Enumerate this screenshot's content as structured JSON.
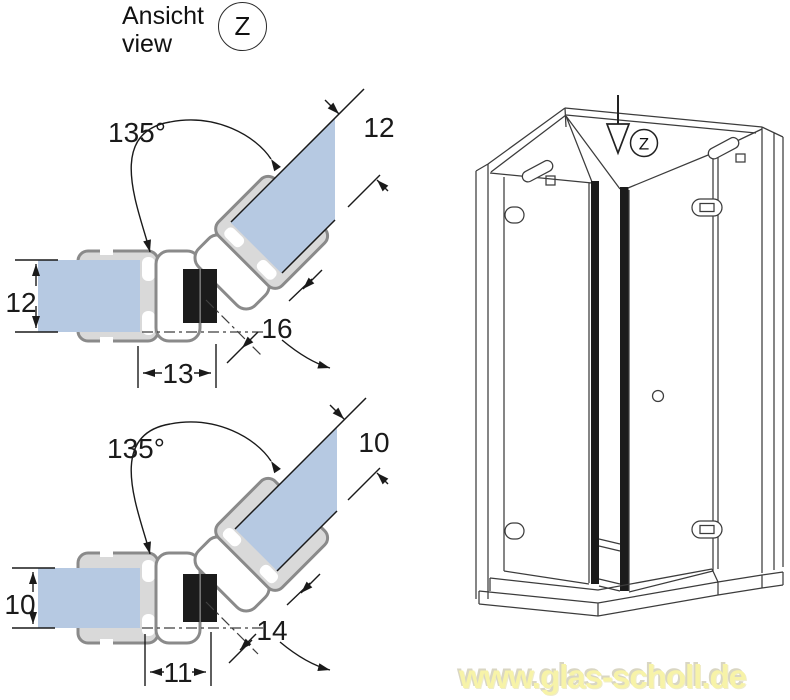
{
  "title": {
    "line1": "Ansicht",
    "line2": "view",
    "view_marker": "Z"
  },
  "diagrams": [
    {
      "angle": "135°",
      "glass_thickness_left": "12",
      "glass_thickness_diagonal": "12",
      "seal_dimension_diagonal": "16",
      "seal_dimension_horizontal": "13"
    },
    {
      "angle": "135°",
      "glass_thickness_left": "10",
      "glass_thickness_diagonal": "10",
      "seal_dimension_diagonal": "14",
      "seal_dimension_horizontal": "11"
    }
  ],
  "illustration": {
    "view_marker": "Z"
  },
  "watermark": "www.glas-scholl.de",
  "colors": {
    "glass": "#b6c9e2",
    "profile_fill": "#d9d9d9",
    "profile_stroke": "#8a8a8a",
    "magnet": "#1b1b1b",
    "line": "#1a1a1a",
    "drawing_line": "#3c3c3c",
    "watermark_fill": "#f7f3a8",
    "watermark_shadow": "#d9d6c3"
  }
}
